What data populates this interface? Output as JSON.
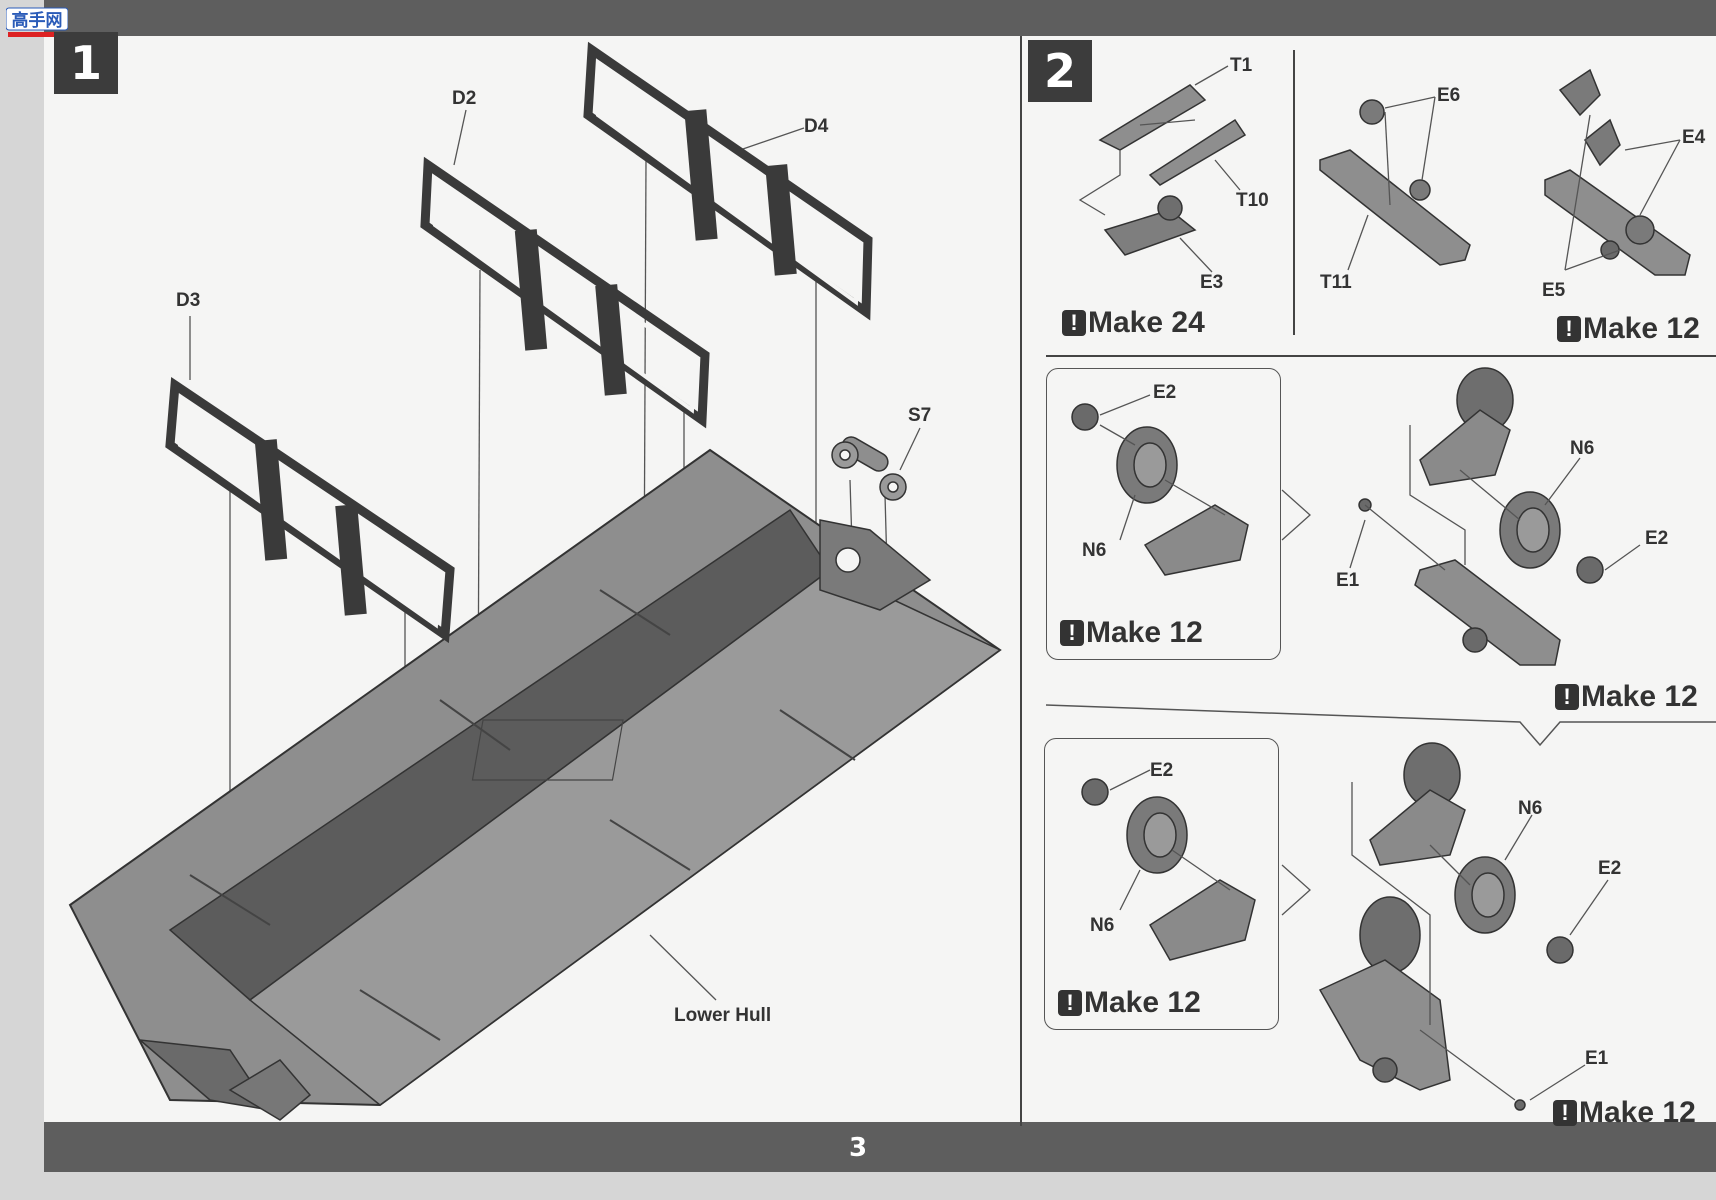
{
  "watermark": {
    "text": "高手网"
  },
  "page_number": "3",
  "step1": {
    "number": "1",
    "parts": {
      "d2": "D2",
      "d3": "D3",
      "d4": "D4",
      "s7": "S7",
      "lower_hull": "Lower Hull"
    }
  },
  "step2": {
    "number": "2",
    "group_a": {
      "parts": [
        "T1",
        "T10",
        "E3"
      ],
      "make": "Make 24"
    },
    "group_b": {
      "parts": [
        "E6",
        "T11"
      ]
    },
    "group_c": {
      "parts": [
        "E4",
        "E5"
      ],
      "make": "Make 12"
    },
    "sub_wheel_1": {
      "parts": [
        "E2",
        "N6"
      ],
      "make": "Make 12"
    },
    "assembly_1": {
      "parts": [
        "N6",
        "E2",
        "E1"
      ],
      "make": "Make 12"
    },
    "sub_wheel_2": {
      "parts": [
        "E2",
        "N6"
      ],
      "make": "Make 12"
    },
    "assembly_2": {
      "parts": [
        "N6",
        "E2",
        "E1"
      ],
      "make": "Make 12"
    }
  },
  "colors": {
    "ink": "#333333",
    "part_gray": "#8e8e8e",
    "band": "#5e5e5e",
    "paper": "#f5f5f4"
  },
  "icons": {
    "warning": "exclamation-warning-icon"
  }
}
